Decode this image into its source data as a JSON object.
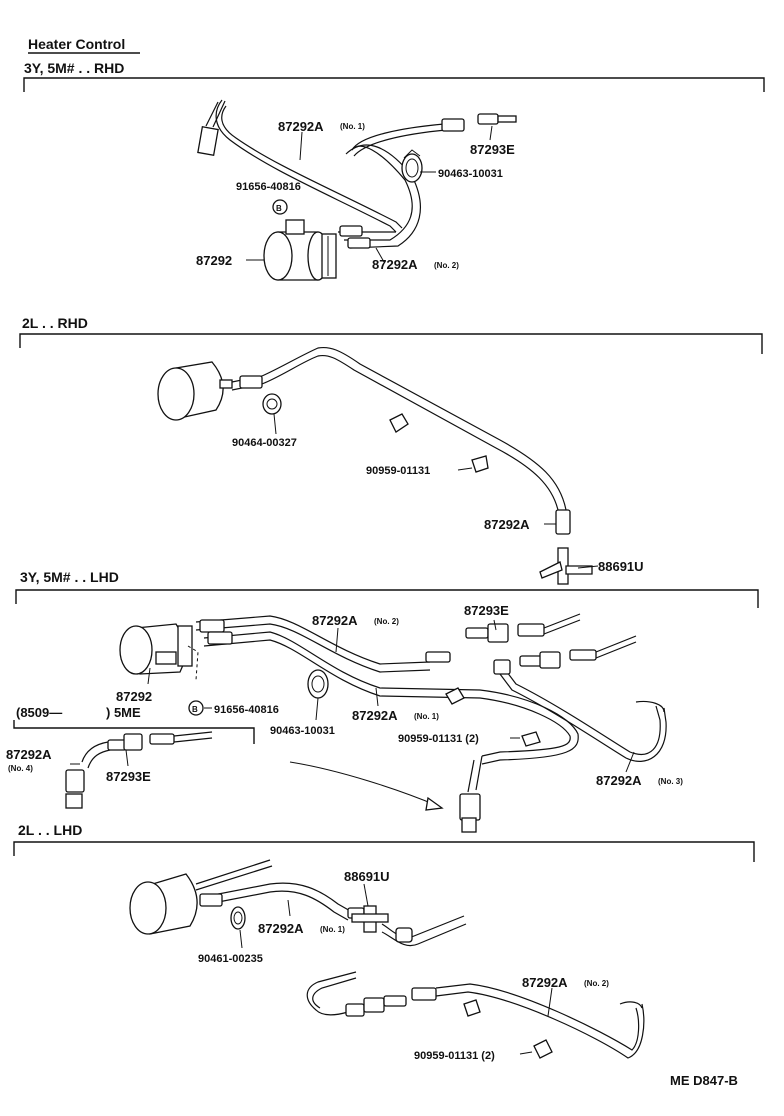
{
  "title": "Heater Control",
  "sections": {
    "s1": {
      "label": "3Y, 5M# . . RHD"
    },
    "s2": {
      "label": "2L . . RHD"
    },
    "s3": {
      "label": "3Y, 5M# . . LHD"
    },
    "s4": {
      "label": "2L . . LHD"
    }
  },
  "inset": {
    "left": "(8509—",
    "right": ") 5ME"
  },
  "parts": {
    "s1_hose1": "87292A",
    "s1_hose1_sub": "(No. 1)",
    "s1_fitting": "87293E",
    "s1_clamp": "90463-10031",
    "s1_bolt": "91656-40816",
    "s1_bolt_mark": "B",
    "s1_valve": "87292",
    "s1_hose2": "87292A",
    "s1_hose2_sub": "(No. 2)",
    "s2_clamp": "90464-00327",
    "s2_clip": "90959-01131",
    "s2_hose": "87292A",
    "s2_joint": "88691U",
    "s3_hose2": "87292A",
    "s3_hose2_sub": "(No. 2)",
    "s3_fitting": "87293E",
    "s3_valve": "87292",
    "s3_bolt_mark": "B",
    "s3_bolt": "91656-40816",
    "s3_clamp": "90463-10031",
    "s3_hose1": "87292A",
    "s3_hose1_sub": "(No. 1)",
    "s3_clip": "90959-01131 (2)",
    "s3_hose3": "87292A",
    "s3_hose3_sub": "(No. 3)",
    "s3_inset_hose": "87292A",
    "s3_inset_hose_sub": "(No. 4)",
    "s3_inset_fitting": "87293E",
    "s4_joint": "88691U",
    "s4_hose1": "87292A",
    "s4_hose1_sub": "(No. 1)",
    "s4_clamp": "90461-00235",
    "s4_hose2": "87292A",
    "s4_hose2_sub": "(No. 2)",
    "s4_clip": "90959-01131 (2)"
  },
  "diagram_code": "ME  D847-B"
}
